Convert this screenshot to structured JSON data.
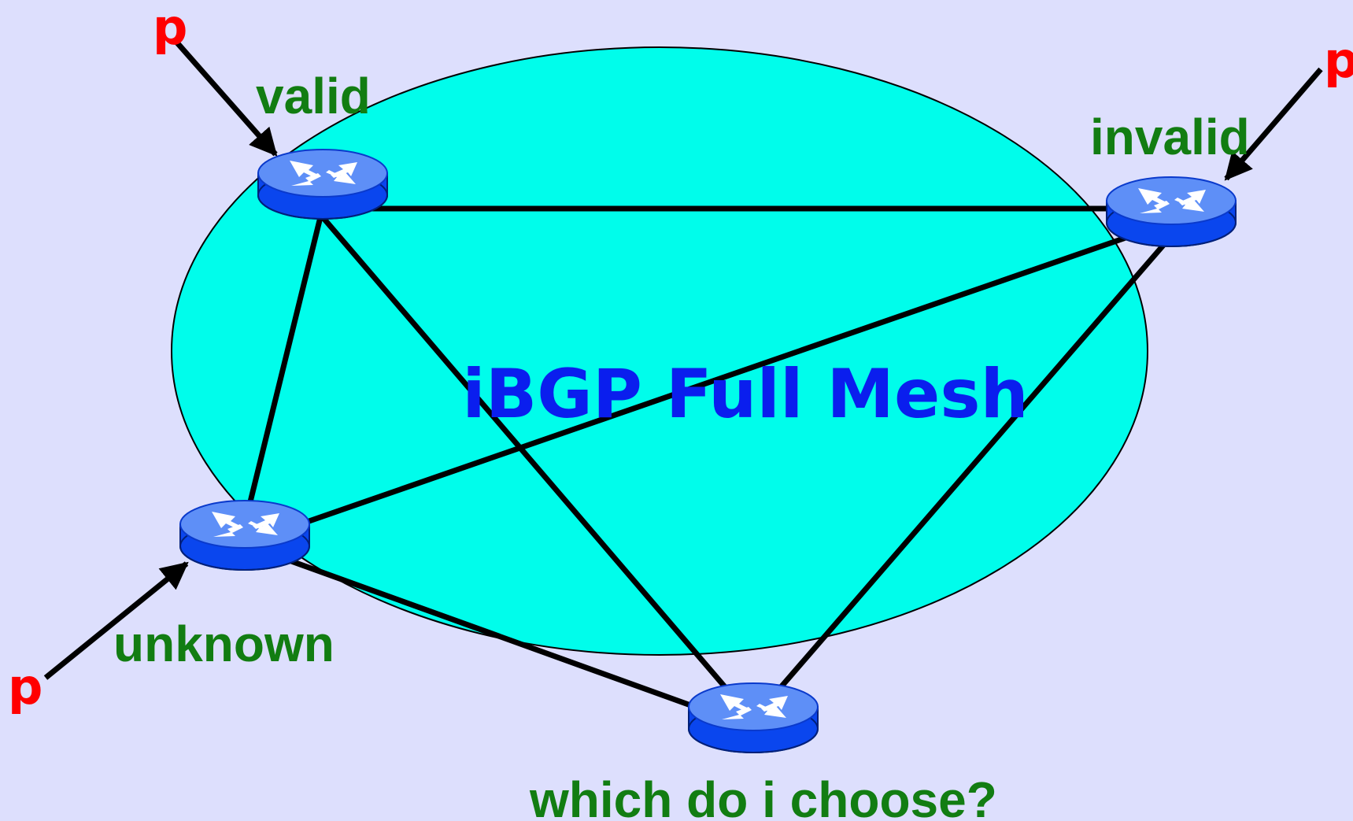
{
  "title": "iBGP Full Mesh",
  "router_labels": {
    "valid": "valid",
    "invalid": "invalid",
    "unknown": "unknown",
    "choose": "which do i choose?"
  },
  "prefix_label": "p",
  "colors": {
    "background": "#dddffd",
    "mesh_fill": "#00fdeb",
    "router_top": "#5e8ff7",
    "router_side": "#0a46ee",
    "link": "#000000",
    "label_green": "#127d12",
    "prefix_red": "#ff0000",
    "title_blue": "#0a1eee"
  },
  "icons": {
    "router": "router-icon",
    "arrow": "arrow-icon"
  }
}
